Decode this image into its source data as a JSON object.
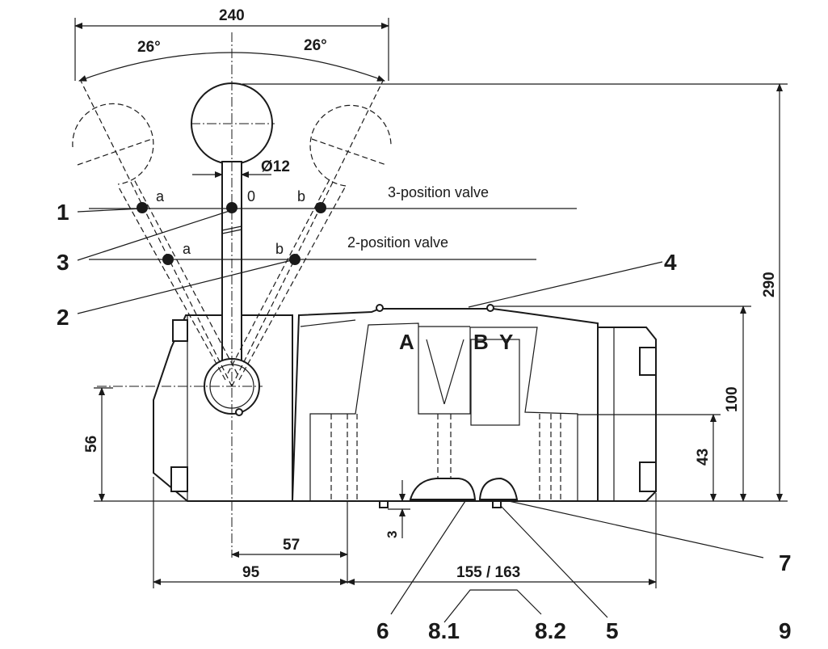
{
  "dimensions": {
    "overall_width": "240",
    "angle_left": "26°",
    "angle_right": "26°",
    "stem_diameter": "Ø12",
    "total_height": "290",
    "body_height": "100",
    "port_height": "43",
    "pivot_height": "56",
    "seal_offset": "3",
    "pivot_to_port": "57",
    "left_to_port": "95",
    "port_to_right": "155 / 163"
  },
  "labels": {
    "three_position": "3-position valve",
    "two_position": "2-position valve",
    "pos_a": "a",
    "pos_0": "0",
    "pos_b": "b",
    "pos_a2": "a",
    "pos_b2": "b"
  },
  "ports": {
    "a": "A",
    "b": "B",
    "y": "Y"
  },
  "callouts": {
    "c1": "1",
    "c2": "2",
    "c3": "3",
    "c4": "4",
    "c5": "5",
    "c6": "6",
    "c7": "7",
    "c81": "8.1",
    "c82": "8.2",
    "c9": "9"
  }
}
